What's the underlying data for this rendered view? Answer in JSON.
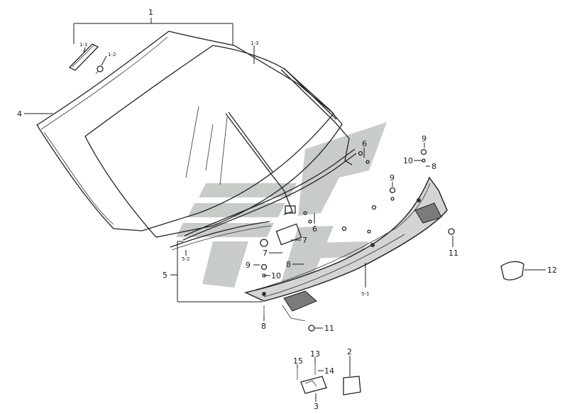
{
  "callouts": {
    "c1": "1",
    "c1_1": "1-1",
    "c1_2": "1-2",
    "c1_3": "1-3",
    "c2": "2",
    "c3": "3",
    "c4": "4",
    "c5": "5",
    "c5_1": "5-1",
    "c5_2": "5-2",
    "c6a": "6",
    "c6b": "6",
    "c7a": "7",
    "c7b": "7",
    "c8a": "8",
    "c8b": "8",
    "c8c": "8",
    "c9a": "9",
    "c9b": "9",
    "c9c": "9",
    "c10a": "10",
    "c10b": "10",
    "c11a": "11",
    "c11b": "11",
    "c12": "12",
    "c13": "13",
    "c14": "14",
    "c15": "15"
  },
  "colors": {
    "line": "#1a1a1a",
    "watermark": "#9aa39e",
    "cowl_fill": "#bcbcbc"
  }
}
